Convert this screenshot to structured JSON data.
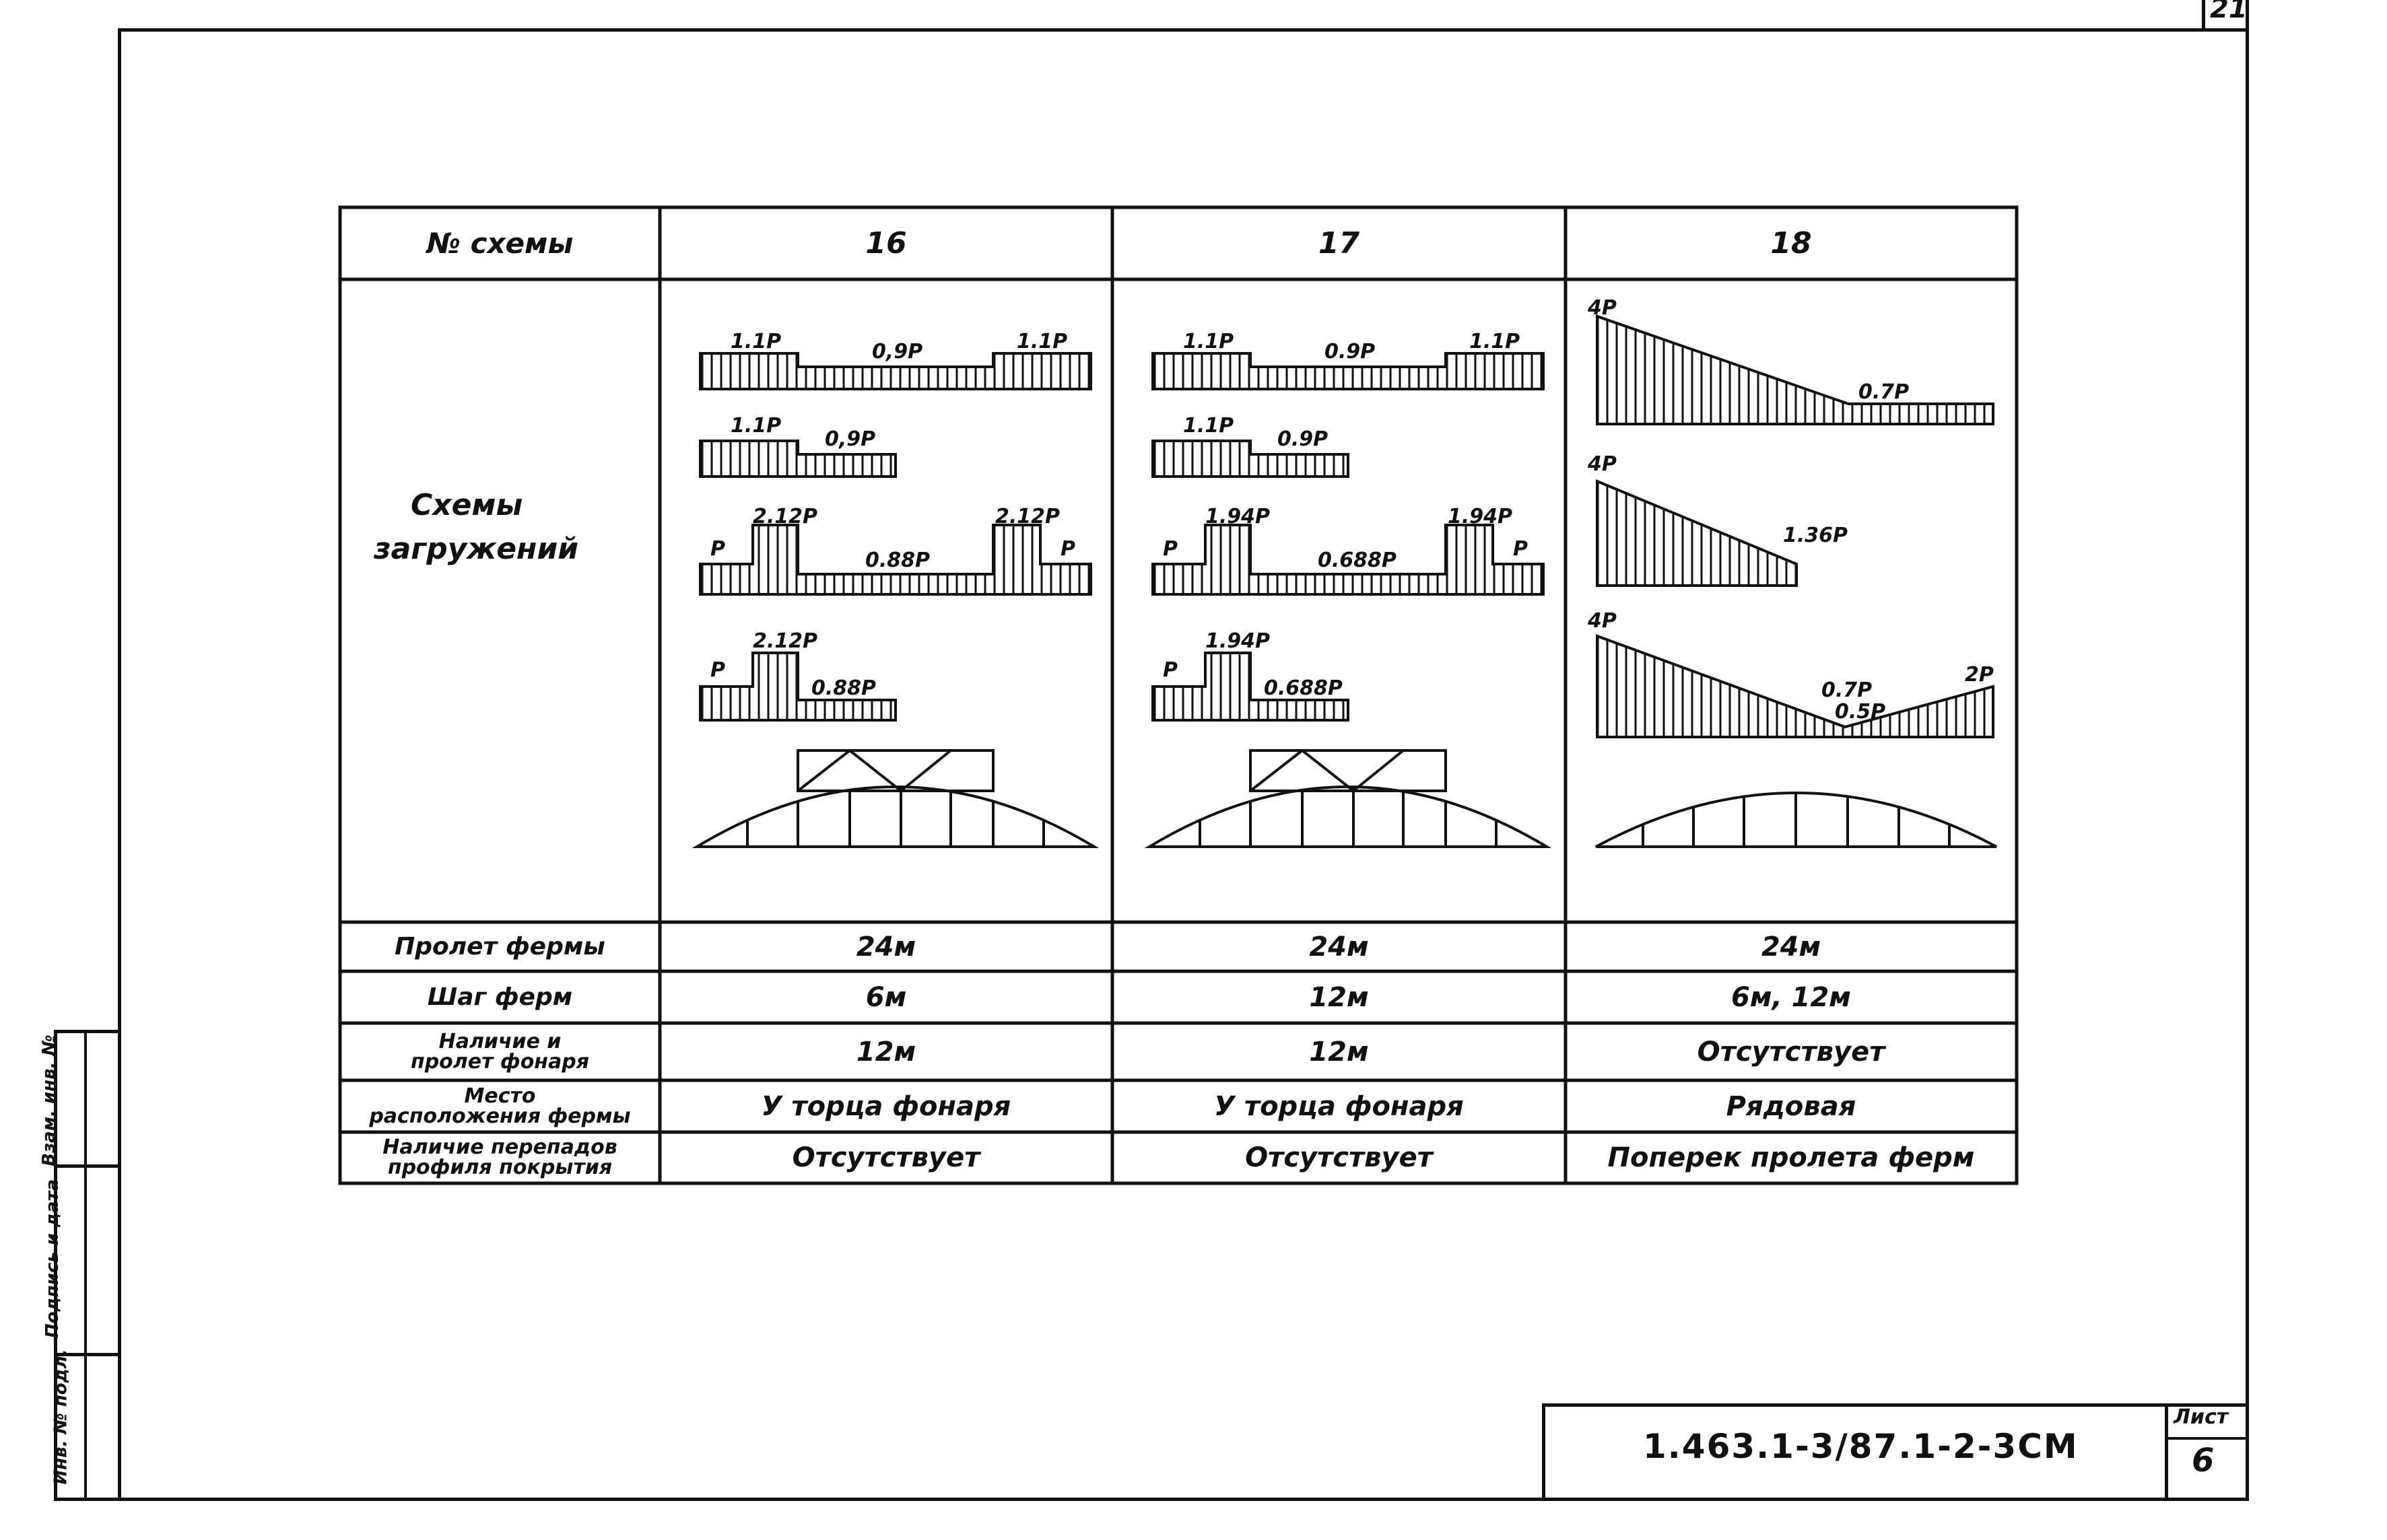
{
  "sheet": {
    "page_corner_number": "21",
    "doc_code": "1.463.1-3/87.1-2-3СМ",
    "sheet_label": "Лист",
    "sheet_number": "6"
  },
  "side_stamp": {
    "col1": "Инв. № подл.",
    "col2": "Подпись и дата",
    "col3": "Взам. инв. №"
  },
  "table": {
    "header_label": "№ схемы",
    "schemes": [
      "16",
      "17",
      "18"
    ],
    "load_row_label_line1": "Схемы",
    "load_row_label_line2": "загружений",
    "rows": [
      {
        "label": [
          "Пролет фермы"
        ],
        "values": [
          "24м",
          "24м",
          "24м"
        ]
      },
      {
        "label": [
          "Шаг ферм"
        ],
        "values": [
          "6м",
          "12м",
          "6м, 12м"
        ]
      },
      {
        "label": [
          "Наличие и",
          "пролет фонаря"
        ],
        "values": [
          "12м",
          "12м",
          "Отсутствует"
        ]
      },
      {
        "label": [
          "Место",
          "расположения фермы"
        ],
        "values": [
          "У торца фонаря",
          "У торца фонаря",
          "Рядовая"
        ]
      },
      {
        "label": [
          "Наличие перепадов",
          "профиля покрытия"
        ],
        "values": [
          "Отсутствует",
          "Отсутствует",
          "Поперек пролета ферм"
        ]
      }
    ]
  },
  "load_labels": {
    "s16": {
      "d1": [
        "1.1P",
        "0,9P",
        "1.1P"
      ],
      "d2": [
        "1.1P",
        "0,9P"
      ],
      "d3": [
        "P",
        "2.12P",
        "0.88P",
        "2.12P",
        "P"
      ],
      "d4": [
        "P",
        "2.12P",
        "0.88P"
      ]
    },
    "s17": {
      "d1": [
        "1.1P",
        "0.9P",
        "1.1P"
      ],
      "d2": [
        "1.1P",
        "0.9P"
      ],
      "d3": [
        "P",
        "1.94P",
        "0.688P",
        "1.94P",
        "P"
      ],
      "d4": [
        "P",
        "1.94P",
        "0.688P"
      ]
    },
    "s18": {
      "d1": [
        "4P",
        "0.7P"
      ],
      "d2": [
        "4P",
        "1.36P"
      ],
      "d3": [
        "4P",
        "0.7P",
        "0.5P",
        "2P"
      ]
    }
  }
}
